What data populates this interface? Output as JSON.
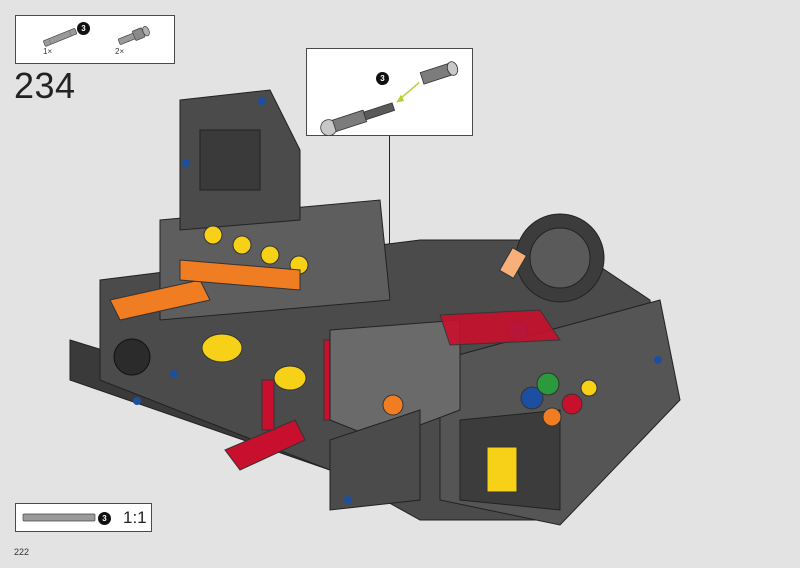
{
  "step": {
    "number": "234"
  },
  "page": {
    "number": "222"
  },
  "parts_list": {
    "items": [
      {
        "name": "axle-3",
        "length_badge": "3",
        "quantity": "1×"
      },
      {
        "name": "axle-pin-connector",
        "quantity": "2×"
      }
    ]
  },
  "callout": {
    "length_badge": "3"
  },
  "scale": {
    "length_badge": "3",
    "ratio": "1:1"
  },
  "colors": {
    "background": "#e3e3e3",
    "dark_bley": "#4b4b4b",
    "light_bley": "#a7a7a7",
    "red": "#c8102e",
    "yellow": "#f7d117",
    "orange": "#f07d22",
    "blue": "#1d4fa0",
    "green": "#2a9a3c",
    "arrow_green": "#b4d234"
  }
}
